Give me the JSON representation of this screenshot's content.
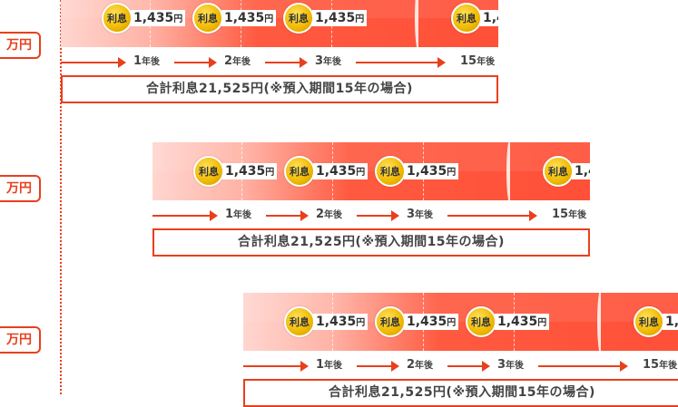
{
  "unit_label": "万円",
  "blocks": [
    {
      "coin_label": "利息",
      "interest": "1,435",
      "yen": "円",
      "years": [
        {
          "n": "1",
          "s": "年後"
        },
        {
          "n": "2",
          "s": "年後"
        },
        {
          "n": "3",
          "s": "年後"
        },
        {
          "n": "15",
          "s": "年後"
        }
      ],
      "total": "合計利息21,525円(※預入期間15年の場合)"
    },
    {
      "coin_label": "利息",
      "interest": "1,435",
      "yen": "円",
      "years": [
        {
          "n": "1",
          "s": "年後"
        },
        {
          "n": "2",
          "s": "年後"
        },
        {
          "n": "3",
          "s": "年後"
        },
        {
          "n": "15",
          "s": "年後"
        }
      ],
      "total": "合計利息21,525円(※預入期間15年の場合)"
    },
    {
      "coin_label": "利息",
      "interest": "1,435",
      "yen": "円",
      "years": [
        {
          "n": "1",
          "s": "年後"
        },
        {
          "n": "2",
          "s": "年後"
        },
        {
          "n": "3",
          "s": "年後"
        },
        {
          "n": "15",
          "s": "年後"
        }
      ],
      "total": "合計利息21,525円(※預入期間15年の場合)"
    }
  ]
}
